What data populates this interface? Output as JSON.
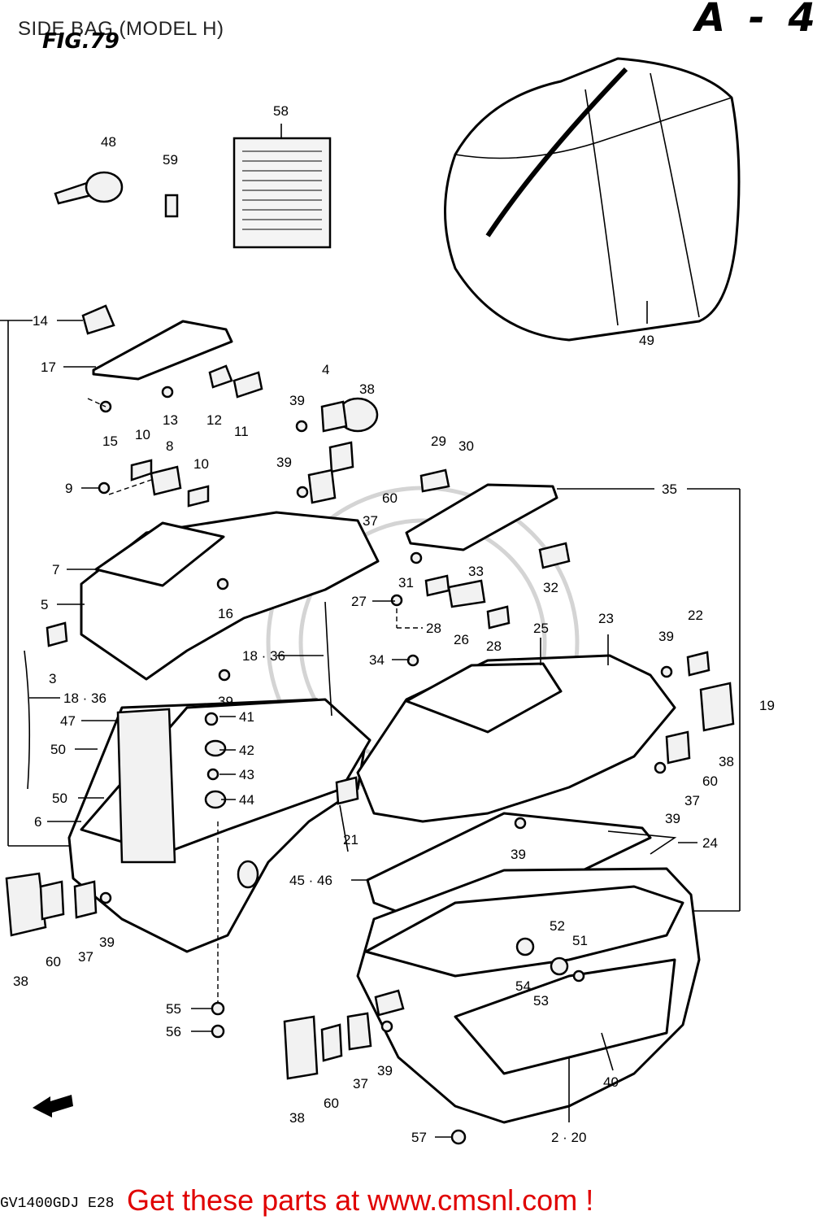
{
  "header": {
    "title": "SIDE BAG (MODEL H)",
    "fig_label": "FIG.79",
    "corner_mark": "A - 4"
  },
  "footer": {
    "model_code": "GV1400GDJ E28",
    "cta": "Get these parts at www.cmsnl.com !"
  },
  "labels": {
    "l14": "14",
    "l17": "17",
    "l15": "15",
    "l13": "13",
    "l12": "12",
    "l11": "11",
    "l10a": "10",
    "l8": "8",
    "l10b": "10",
    "l9": "9",
    "l7": "7",
    "l16": "16",
    "l5": "5",
    "l3": "3",
    "l1836a": "18 · 36",
    "l1836b": "18 · 36",
    "l39a": "39",
    "l47": "47",
    "l50a": "50",
    "l50b": "50",
    "l6": "6",
    "l41": "41",
    "l42": "42",
    "l43": "43",
    "l44": "44",
    "l48": "48",
    "l59": "59",
    "l58": "58",
    "l49": "49",
    "l4": "4",
    "l38a": "38",
    "l39b": "39",
    "l39c": "39",
    "l60a": "60",
    "l37a": "37",
    "l29": "29",
    "l30": "30",
    "l35": "35",
    "l33": "33",
    "l31": "31",
    "l32": "32",
    "l27": "27",
    "l28a": "28",
    "l26": "26",
    "l28b": "28",
    "l25": "25",
    "l23": "23",
    "l34": "34",
    "l39d": "39",
    "l22": "22",
    "l19": "19",
    "l38b": "38",
    "l60b": "60",
    "l37b": "37",
    "l39e": "39",
    "l21": "21",
    "l39f": "39",
    "l24": "24",
    "l4546": "45 · 46",
    "l52": "52",
    "l51": "51",
    "l54": "54",
    "l53": "53",
    "l40": "40",
    "l38c": "38",
    "l60c": "60",
    "l37c": "37",
    "l39g": "39",
    "l55": "55",
    "l56": "56",
    "l38d": "38",
    "l60d": "60",
    "l37d": "37",
    "l39h": "39",
    "l57": "57",
    "l220": "2 · 20"
  }
}
